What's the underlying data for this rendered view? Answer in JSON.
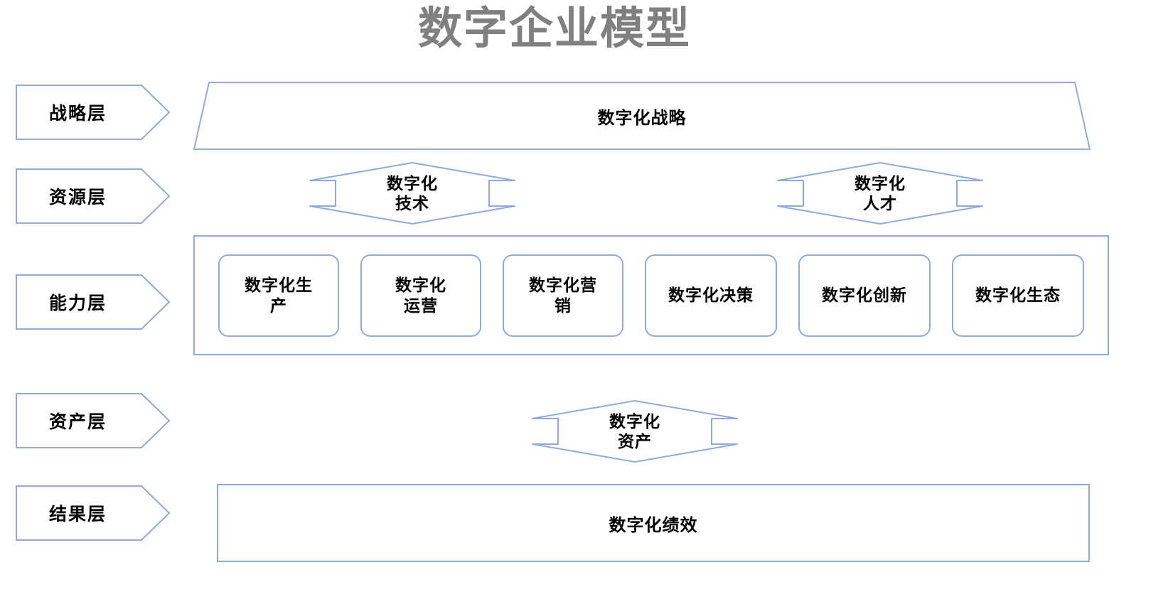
{
  "title": "数字企业模型",
  "colors": {
    "title_text": "#808080",
    "shape_border": "#8faadc",
    "shape_fill": "#ffffff",
    "body_text": "#000000",
    "background": "#ffffff"
  },
  "layer_labels": [
    {
      "name": "strategy",
      "label": "战略层"
    },
    {
      "name": "resource",
      "label": "资源层"
    },
    {
      "name": "capability",
      "label": "能力层"
    },
    {
      "name": "asset",
      "label": "资产层"
    },
    {
      "name": "result",
      "label": "结果层"
    }
  ],
  "strategy_layer": {
    "banner_label": "数字化战略",
    "shape": "trapezoid"
  },
  "resource_layer": {
    "items": [
      {
        "name": "digital-technology",
        "line1": "数字化",
        "line2": "技术",
        "shape": "bowtie-hexagon"
      },
      {
        "name": "digital-talent",
        "line1": "数字化",
        "line2": "人才",
        "shape": "bowtie-hexagon"
      }
    ]
  },
  "capability_layer": {
    "boxes": [
      {
        "name": "digital-production",
        "line1": "数字化生",
        "line2": "产"
      },
      {
        "name": "digital-operation",
        "line1": "数字化",
        "line2": "运营"
      },
      {
        "name": "digital-marketing",
        "line1": "数字化营",
        "line2": "销"
      },
      {
        "name": "digital-decision",
        "line1": "数字化决策",
        "line2": ""
      },
      {
        "name": "digital-innovation",
        "line1": "数字化创新",
        "line2": ""
      },
      {
        "name": "digital-ecosystem",
        "line1": "数字化生态",
        "line2": ""
      }
    ]
  },
  "asset_layer": {
    "item": {
      "name": "digital-asset",
      "line1": "数字化",
      "line2": "资产",
      "shape": "bowtie-hexagon"
    }
  },
  "result_layer": {
    "banner_label": "数字化绩效",
    "shape": "rectangle"
  }
}
